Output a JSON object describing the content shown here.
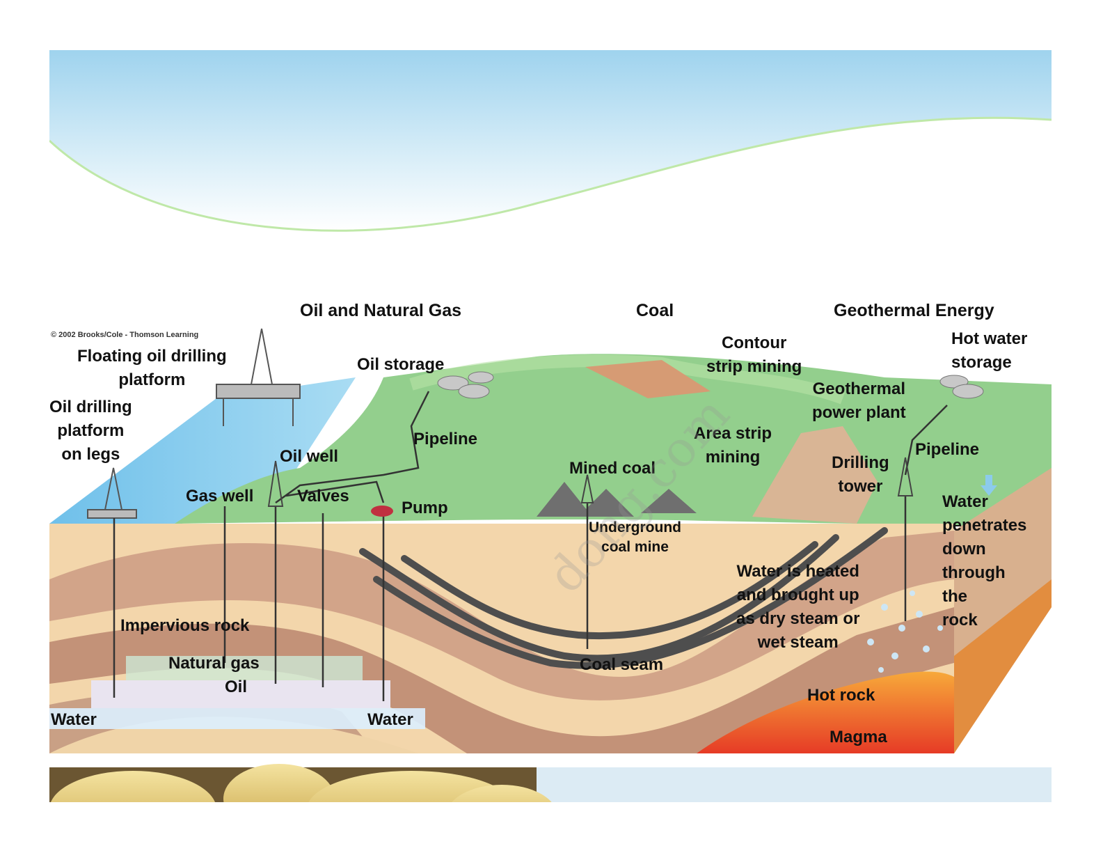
{
  "copyright": "© 2002 Brooks/Cole - Thomson Learning",
  "watermark": "dong.com",
  "sections": {
    "oil_gas": "Oil and Natural Gas",
    "coal": "Coal",
    "geothermal": "Geothermal Energy"
  },
  "labels": {
    "floating_platform": "Floating oil drilling\nplatform",
    "oil_platform_legs": "Oil drilling\nplatform\non legs",
    "oil_storage": "Oil storage",
    "pipeline_oil": "Pipeline",
    "oil_well": "Oil well",
    "gas_well": "Gas well",
    "valves": "Valves",
    "pump": "Pump",
    "impervious_rock": "Impervious rock",
    "natural_gas": "Natural gas",
    "oil": "Oil",
    "water_left": "Water",
    "water_right": "Water",
    "contour_strip": "Contour\nstrip mining",
    "mined_coal": "Mined coal",
    "area_strip": "Area strip\nmining",
    "underground_mine": "Underground\ncoal mine",
    "coal_seam": "Coal seam",
    "hot_water_storage": "Hot water\nstorage",
    "geo_plant": "Geothermal\npower plant",
    "pipeline_geo": "Pipeline",
    "drilling_tower": "Drilling\ntower",
    "water_penetrates": "Water\npenetrates\ndown\nthrough\nthe\nrock",
    "water_heated": "Water is heated\nand brought up\nas dry steam or\nwet steam",
    "hot_rock": "Hot rock",
    "magma": "Magma"
  },
  "colors": {
    "sky_top": "#9fd3ee",
    "sea": "#7cc7ea",
    "land": "#8fcf8a",
    "sand": "#f3d6ab",
    "brown": "#c9a085",
    "dark_brown": "#b4866b",
    "coal": "#555555",
    "hot_rock": "#f39a2a",
    "magma": "#e8452a"
  }
}
